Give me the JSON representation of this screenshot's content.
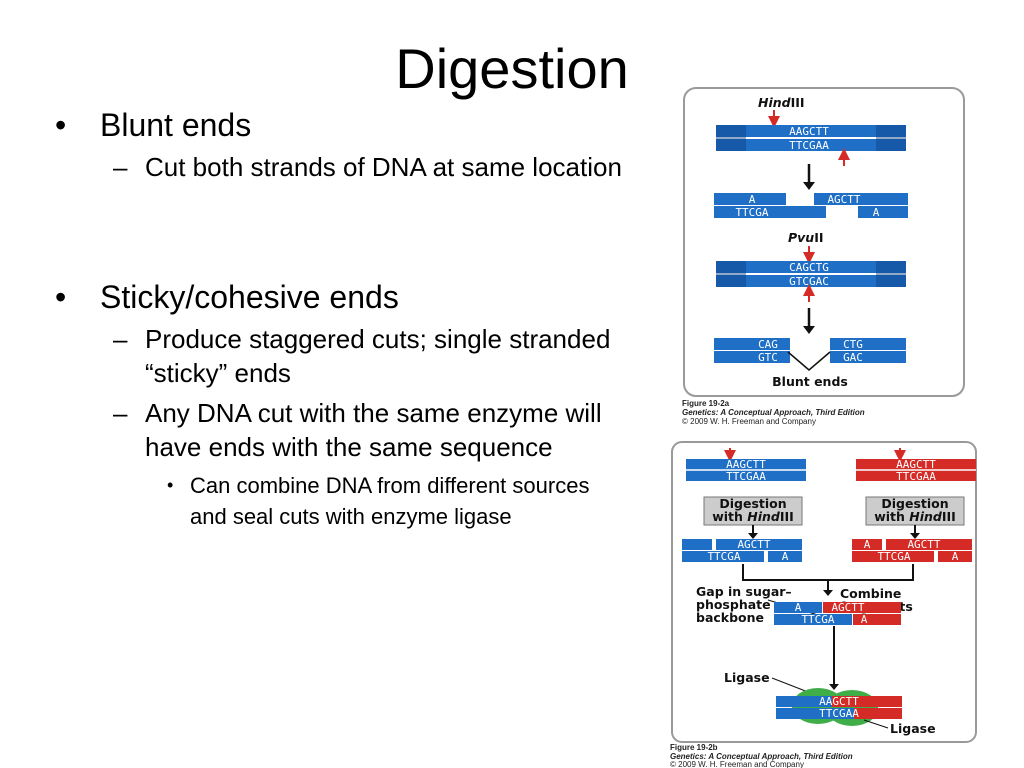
{
  "title": "Digestion",
  "bullets": [
    {
      "text": "Blunt ends",
      "sub": [
        {
          "text": "Cut both strands of DNA at same location"
        }
      ]
    },
    {
      "text": "Sticky/cohesive ends",
      "sub": [
        {
          "text": "Produce staggered cuts; single stranded “sticky” ends"
        },
        {
          "text": "Any DNA cut with the same enzyme will have ends with the same sequence"
        }
      ]
    },
    {
      "sub3": "Can combine DNA from different sources and seal cuts with enzyme ligase"
    }
  ],
  "colors": {
    "blue": "#1f6fc6",
    "red": "#d42b26",
    "gray": "#cccccc",
    "green": "#3fae49",
    "frame": "#9a9a9a"
  },
  "fig_a": {
    "hind_italic": "Hind",
    "hind_roman": "III",
    "seq_top": "AAGCTT",
    "seq_bottom": "TTCGAA",
    "cut1_left_top": "A",
    "cut1_left_bottom": "TTCGA",
    "cut1_right_top": "AGCTT",
    "cut1_right_bottom": "A",
    "pvu_italic": "Pvu",
    "pvu_roman": "II",
    "pvu_top": "CAGCTG",
    "pvu_bottom": "GTCGAC",
    "cut2_left_top": "CAG",
    "cut2_left_bottom": "GTC",
    "cut2_right_top": "CTG",
    "cut2_right_bottom": "GAC",
    "blunt_label": "Blunt ends",
    "caption_fig": "Figure 19-2a",
    "caption_book": "Genetics: A Conceptual Approach, Third Edition",
    "caption_copy": "© 2009 W. H. Freeman and Company"
  },
  "fig_b": {
    "seq_top": "AAGCTT",
    "seq_bottom": "TTCGAA",
    "digest_line1": "Digestion",
    "digest_prefix": "with ",
    "digest_italic": "Hind",
    "digest_roman": "III",
    "frag_top": "AGCTT",
    "frag_a": "A",
    "frag_bottom": "TTCGA",
    "gap_label": [
      "Gap in sugar–",
      "phosphate",
      "backbone"
    ],
    "combine_label": [
      "Combine",
      "fragments"
    ],
    "joined_a": "A",
    "joined_top": "AGCTT",
    "joined_bottom_left": "TTCGA",
    "joined_a2": "A",
    "ligase_label": "Ligase",
    "final_top": "AAGCTT",
    "final_bottom": "TTCGAA",
    "caption_fig": "Figure 19-2b",
    "caption_book": "Genetics: A Conceptual Approach, Third Edition",
    "caption_copy": "© 2009 W. H. Freeman and Company"
  }
}
